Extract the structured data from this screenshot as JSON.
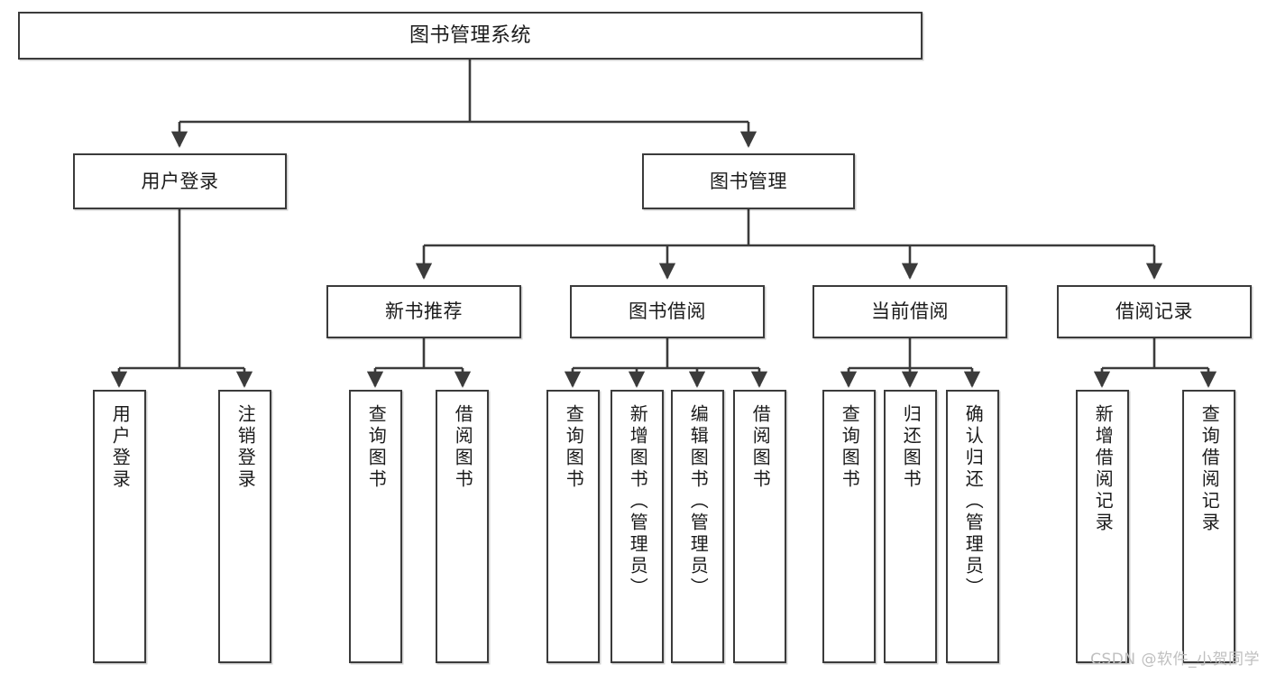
{
  "diagram": {
    "title": "图书管理系统",
    "watermark": "CSDN @软件_小贺同学",
    "colors": {
      "stroke": "#3b3b3b",
      "text": "#1b1b1b",
      "background": "#ffffff",
      "watermark": "#bfbfbf"
    },
    "levels": {
      "root": {
        "label": "图书管理系统"
      },
      "level2": [
        {
          "label": "用户登录"
        },
        {
          "label": "图书管理"
        }
      ],
      "level3": [
        {
          "label": "新书推荐"
        },
        {
          "label": "图书借阅"
        },
        {
          "label": "当前借阅"
        },
        {
          "label": "借阅记录"
        }
      ],
      "leaves_user_login": [
        {
          "label": "用户登录"
        },
        {
          "label": "注销登录"
        }
      ],
      "leaves_new_book": [
        {
          "label": "查询图书"
        },
        {
          "label": "借阅图书"
        }
      ],
      "leaves_borrow": [
        {
          "label": "查询图书"
        },
        {
          "label": "新增图书（管理员）"
        },
        {
          "label": "编辑图书（管理员）"
        },
        {
          "label": "借阅图书"
        }
      ],
      "leaves_current": [
        {
          "label": "查询图书"
        },
        {
          "label": "归还图书"
        },
        {
          "label": "确认归还（管理员）"
        }
      ],
      "leaves_records": [
        {
          "label": "新增借阅记录"
        },
        {
          "label": "查询借阅记录"
        }
      ]
    }
  }
}
